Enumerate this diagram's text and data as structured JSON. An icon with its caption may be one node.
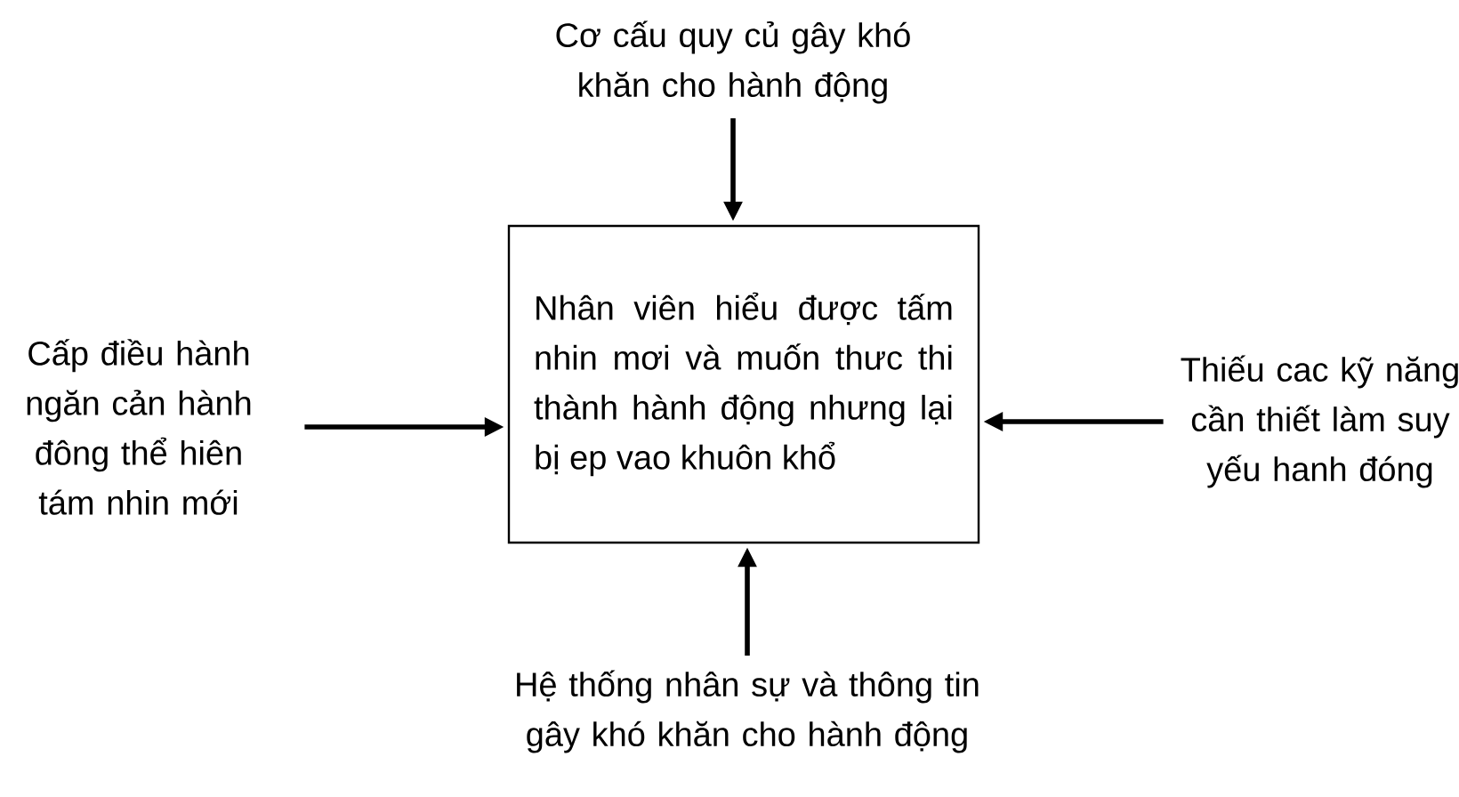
{
  "diagram": {
    "nodes": [
      {
        "text": [
          "Nhân viên hiểu được tấm nhin mơi và muốn thưc thi thành hành động nhưng lại bị ep vao khuôn khổ"
        ]
      },
      {
        "text": [
          "Cơ cấu quy củ gây khó khăn cho hành động"
        ]
      },
      {
        "text": [
          "Cấp điều hành ngăn cản hành đông thể hiên tám nhin mới"
        ]
      },
      {
        "text": [
          "Thiếu cac kỹ năng cần thiết làm suy yếu hanh đóng"
        ]
      },
      {
        "text": [
          "Hệ thống nhân sự và thông tin gây khó khăn cho hành động"
        ]
      }
    ],
    "edges": [
      {
        "from": 1,
        "to": 0,
        "arrow": "to"
      },
      {
        "from": 2,
        "to": 0,
        "arrow": "to"
      },
      {
        "from": 3,
        "to": 0,
        "arrow": "to"
      },
      {
        "from": 4,
        "to": 0,
        "arrow": "to"
      }
    ]
  }
}
